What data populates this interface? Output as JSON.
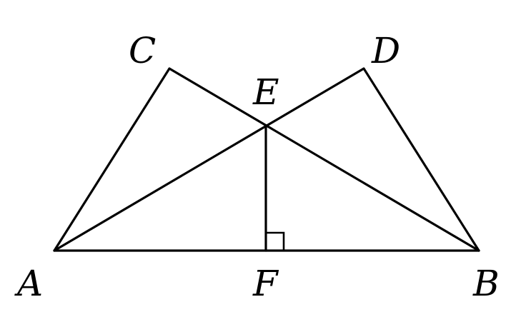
{
  "figure": {
    "points": {
      "A": "A",
      "B": "B",
      "C": "C",
      "D": "D",
      "E": "E",
      "F": "F"
    },
    "segments": [
      "AC",
      "AD",
      "BC",
      "BD",
      "AB",
      "EF"
    ],
    "right_angle_at": "F",
    "stroke_color": "#000000",
    "background_color": "#ffffff"
  }
}
